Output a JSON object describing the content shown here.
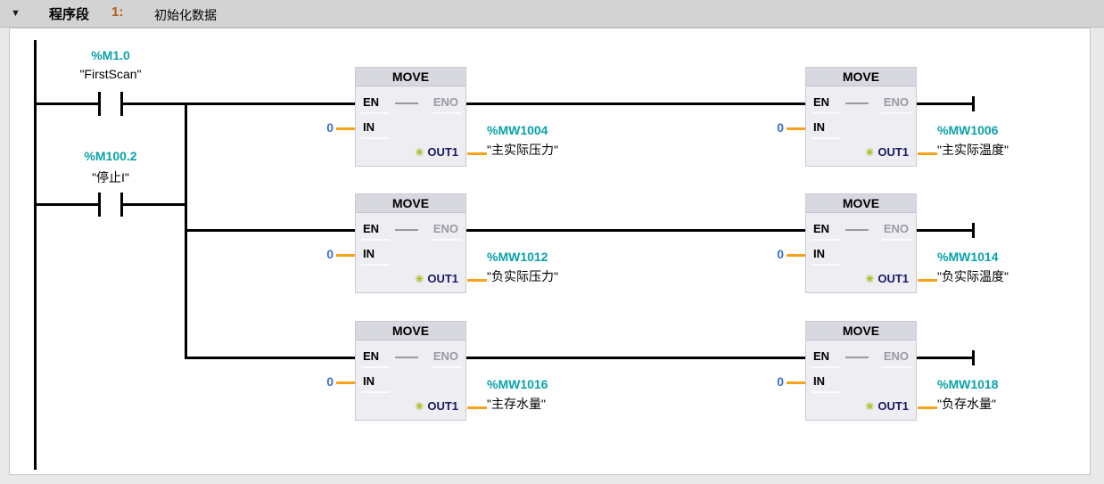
{
  "icons": {
    "collapse": "▼",
    "out_star": "✳"
  },
  "colors": {
    "operand_teal": "#0aa2aa",
    "value_blue": "#3a6fd0",
    "wire_orange": "#f9a11b",
    "star_green": "#b8cc00",
    "network_number_orange": "#b05a1a"
  },
  "network_header": {
    "prefix": "程序段",
    "number": "1:",
    "title": "初始化数据"
  },
  "contacts": [
    {
      "address": "%M1.0",
      "name": "\"FirstScan\""
    },
    {
      "address": "%M100.2",
      "name": "\"停止I\""
    }
  ],
  "move_blocks": [
    {
      "title": "MOVE",
      "pin_en": "EN",
      "pin_eno": "ENO",
      "pin_in": "IN",
      "pin_out": "OUT1",
      "in_value": "0",
      "out_address": "%MW1004",
      "out_name": "\"主实际压力\""
    },
    {
      "title": "MOVE",
      "pin_en": "EN",
      "pin_eno": "ENO",
      "pin_in": "IN",
      "pin_out": "OUT1",
      "in_value": "0",
      "out_address": "%MW1006",
      "out_name": "\"主实际温度\""
    },
    {
      "title": "MOVE",
      "pin_en": "EN",
      "pin_eno": "ENO",
      "pin_in": "IN",
      "pin_out": "OUT1",
      "in_value": "0",
      "out_address": "%MW1012",
      "out_name": "\"负实际压力\""
    },
    {
      "title": "MOVE",
      "pin_en": "EN",
      "pin_eno": "ENO",
      "pin_in": "IN",
      "pin_out": "OUT1",
      "in_value": "0",
      "out_address": "%MW1014",
      "out_name": "\"负实际温度\""
    },
    {
      "title": "MOVE",
      "pin_en": "EN",
      "pin_eno": "ENO",
      "pin_in": "IN",
      "pin_out": "OUT1",
      "in_value": "0",
      "out_address": "%MW1016",
      "out_name": "\"主存水量\""
    },
    {
      "title": "MOVE",
      "pin_en": "EN",
      "pin_eno": "ENO",
      "pin_in": "IN",
      "pin_out": "OUT1",
      "in_value": "0",
      "out_address": "%MW1018",
      "out_name": "\"负存水量\""
    }
  ]
}
